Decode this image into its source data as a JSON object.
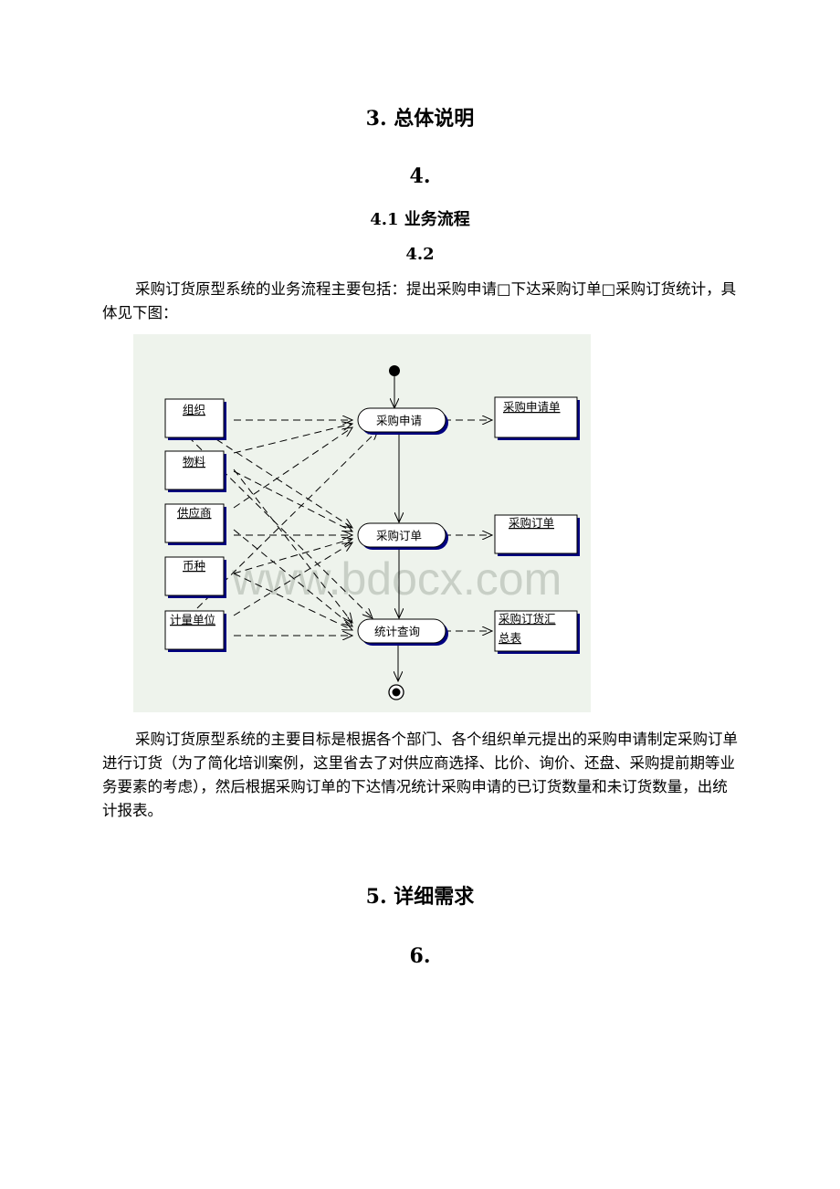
{
  "headings": {
    "h3": "3. 总体说明",
    "h4": "4.",
    "h41": "4.1 业务流程",
    "h42": "4.2",
    "h5": "5. 详细需求",
    "h6": "6."
  },
  "intro_text": "采购订货原型系统的业务流程主要包括：提出采购申请□下达采购订单□采购订货统计，具体见下图：",
  "body_text": "采购订货原型系统的主要目标是根据各个部门、各个组织单元提出的采购申请制定采购订单进行订货（为了简化培训案例，这里省去了对供应商选择、比价、询价、还盘、采购提前期等业务要素的考虑），然后根据采购订单的下达情况统计采购申请的已订货数量和未订货数量，出统计报表。",
  "diagram": {
    "inputs": [
      "组织",
      "物料",
      "供应商",
      "币种",
      "计量单位"
    ],
    "activities": [
      "采购申请",
      "采购订单",
      "统计查询"
    ],
    "outputs": [
      "采购申请单",
      "采购订单",
      "采购订货汇",
      "总表"
    ],
    "watermark": "www.bdocx.com"
  }
}
